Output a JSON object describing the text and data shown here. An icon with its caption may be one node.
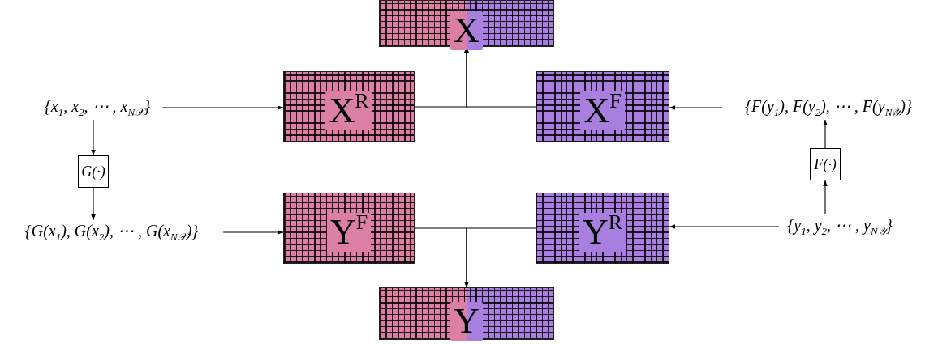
{
  "diagram": {
    "nodes": [
      {
        "text": [
          "X"
        ]
      },
      {
        "text": [
          "{x$_{1}$, x$_{2}$, ⋯ , x$_{N𝒳}$}"
        ]
      },
      {
        "text": [
          "X$^{R}$"
        ]
      },
      {
        "text": [
          "X$^{F}$"
        ]
      },
      {
        "text": [
          "{F(y$_{1}$), F(y$_{2}$), ⋯ , F(y$_{N𝒴}$)}"
        ]
      },
      {
        "text": [
          "G(·)"
        ]
      },
      {
        "text": [
          "F(·)"
        ]
      },
      {
        "text": [
          "{G(x$_{1}$), G(x$_{2}$), ⋯ , G(x$_{N𝒳}$)}"
        ]
      },
      {
        "text": [
          "Y$^{F}$"
        ]
      },
      {
        "text": [
          "Y$^{R}$"
        ]
      },
      {
        "text": [
          "{y$_{1}$, y$_{2}$, ⋯ , y$_{N𝒴}$}"
        ]
      },
      {
        "text": [
          "Y"
        ]
      }
    ],
    "edges": [
      {
        "from": 1,
        "to": 2,
        "arrow": "to"
      },
      {
        "from": 4,
        "to": 3,
        "arrow": "to"
      },
      {
        "from": 2,
        "to": 0,
        "arrow": "to"
      },
      {
        "from": 3,
        "to": 0,
        "arrow": "to"
      },
      {
        "from": 1,
        "to": 5,
        "arrow": "to"
      },
      {
        "from": 5,
        "to": 7,
        "arrow": "to"
      },
      {
        "from": 10,
        "to": 6,
        "arrow": "to"
      },
      {
        "from": 6,
        "to": 4,
        "arrow": "to"
      },
      {
        "from": 7,
        "to": 8,
        "arrow": "to"
      },
      {
        "from": 10,
        "to": 9,
        "arrow": "to"
      },
      {
        "from": 8,
        "to": 11,
        "arrow": "to"
      },
      {
        "from": 9,
        "to": 11,
        "arrow": "to"
      }
    ]
  }
}
